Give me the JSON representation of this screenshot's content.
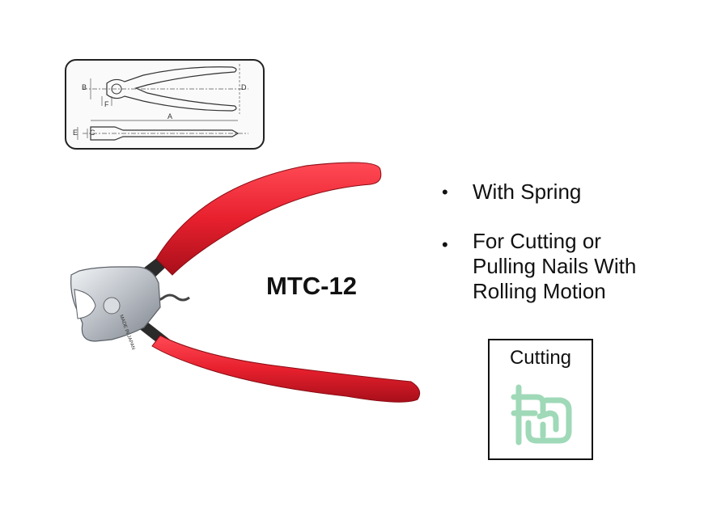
{
  "product": {
    "model": "MTC-12"
  },
  "dimension_diagram": {
    "labels": {
      "a": "A",
      "b": "B",
      "c": "C",
      "d": "D",
      "e": "E",
      "f": "F"
    }
  },
  "features": [
    {
      "bullet": "•",
      "text_lines": [
        "With Spring"
      ]
    },
    {
      "bullet": "•",
      "text_lines": [
        "For Cutting or",
        "Pulling Nails With",
        "Rolling Motion"
      ]
    }
  ],
  "application_icon": {
    "label": "Cutting",
    "icon": "hand-cutting-icon",
    "color": "#9fd9b8"
  },
  "colors": {
    "handle": "#e8202e",
    "handle_shadow": "#a80f1a",
    "steel": "#c8ccd2"
  }
}
